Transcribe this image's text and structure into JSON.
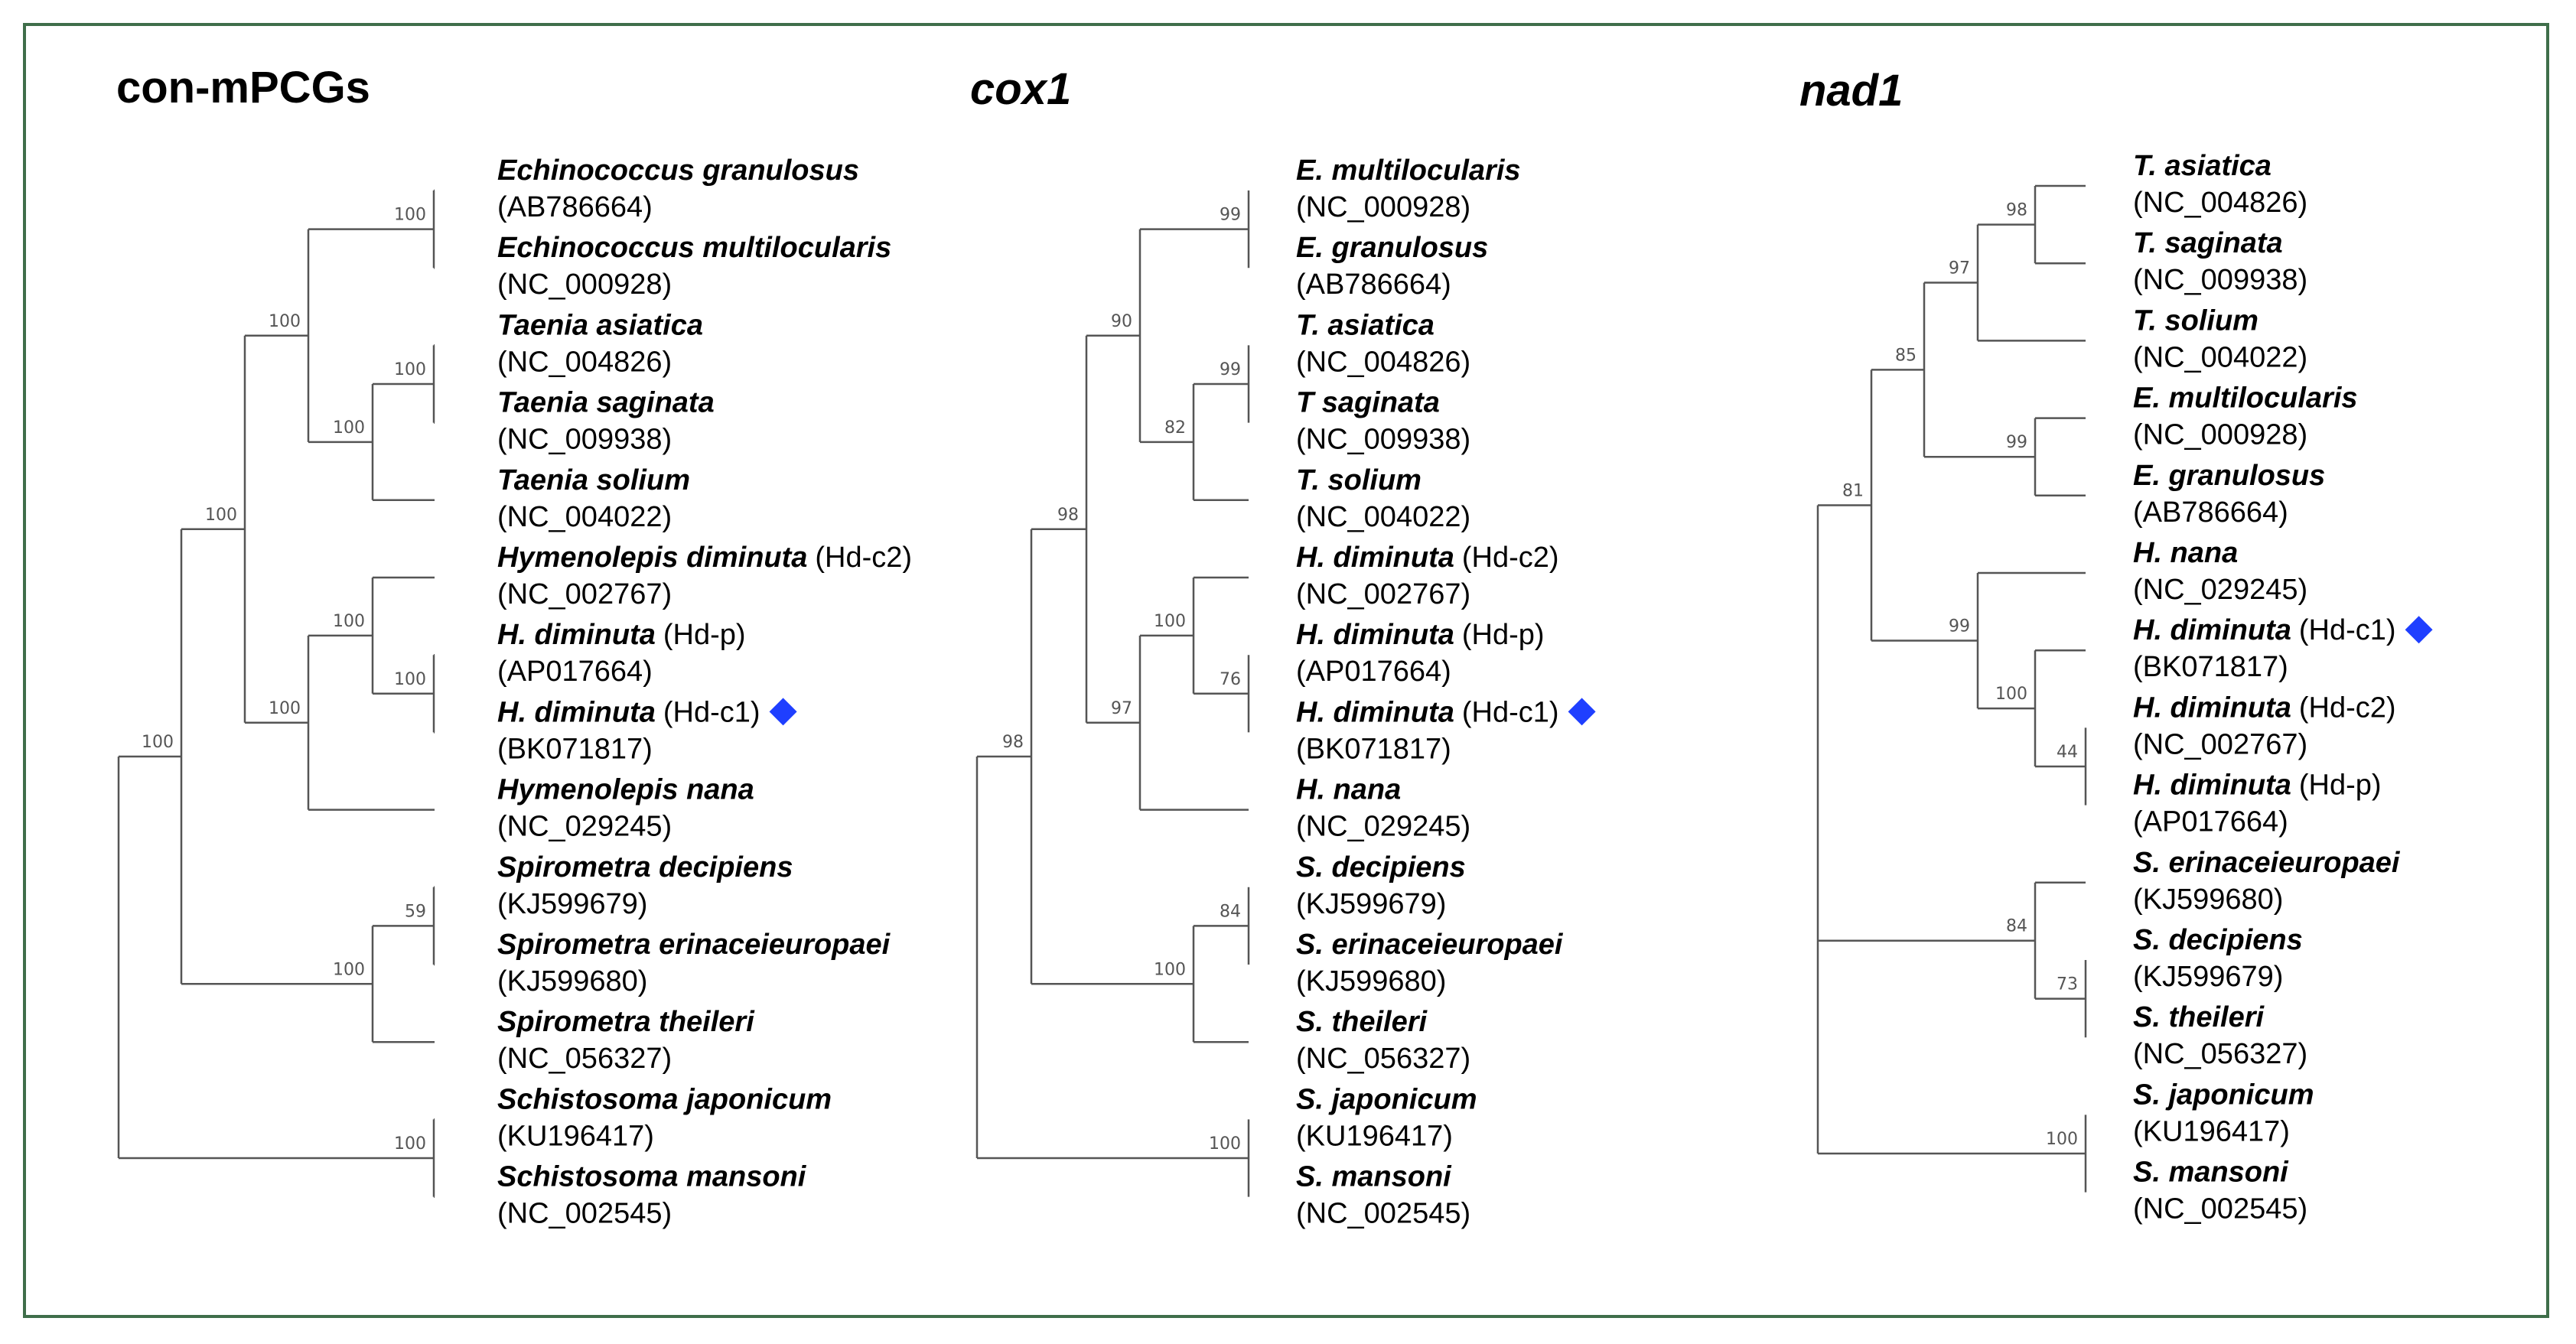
{
  "marker_color": "#1f3fff",
  "panels": [
    {
      "title": "con-mPCGs",
      "title_italic": false,
      "leaves": [
        {
          "name": "Echinococcus granulosus",
          "label": "",
          "acc": "(AB786664)",
          "marker": false
        },
        {
          "name": "Echinococcus multilocularis",
          "label": "",
          "acc": "(NC_000928)",
          "marker": false
        },
        {
          "name": "Taenia asiatica",
          "label": "",
          "acc": "(NC_004826)",
          "marker": false
        },
        {
          "name": "Taenia saginata",
          "label": "",
          "acc": "(NC_009938)",
          "marker": false
        },
        {
          "name": "Taenia solium",
          "label": "",
          "acc": "(NC_004022)",
          "marker": false
        },
        {
          "name": "Hymenolepis diminuta",
          "label": "(Hd-c2)",
          "acc": "(NC_002767)",
          "marker": false
        },
        {
          "name": "H. diminuta",
          "label": "(Hd-p)",
          "acc": "(AP017664)",
          "marker": false
        },
        {
          "name": "H. diminuta",
          "label": "(Hd-c1)",
          "acc": "(BK071817)",
          "marker": true
        },
        {
          "name": "Hymenolepis nana",
          "label": "",
          "acc": "(NC_029245)",
          "marker": false
        },
        {
          "name": "Spirometra decipiens",
          "label": "",
          "acc": "(KJ599679)",
          "marker": false
        },
        {
          "name": "Spirometra erinaceieuropaei",
          "label": "",
          "acc": "(KJ599680)",
          "marker": false
        },
        {
          "name": "Spirometra theileri",
          "label": "",
          "acc": "(NC_056327)",
          "marker": false
        },
        {
          "name": "Schistosoma japonicum",
          "label": "",
          "acc": "(KU196417)",
          "marker": false
        },
        {
          "name": "Schistosoma mansoni",
          "label": "",
          "acc": "(NC_002545)",
          "marker": false
        }
      ],
      "bootstrap": [
        "100",
        "100",
        "100",
        "100",
        "100",
        "100",
        "100",
        "100",
        "59",
        "100",
        "100"
      ]
    },
    {
      "title": "cox1",
      "title_italic": true,
      "leaves": [
        {
          "name": "E. multilocularis",
          "label": "",
          "acc": "(NC_000928)",
          "marker": false
        },
        {
          "name": "E. granulosus",
          "label": "",
          "acc": "(AB786664)",
          "marker": false
        },
        {
          "name": "T. asiatica",
          "label": "",
          "acc": "(NC_004826)",
          "marker": false
        },
        {
          "name": "T  saginata",
          "label": "",
          "acc": "(NC_009938)",
          "marker": false
        },
        {
          "name": "T. solium",
          "label": "",
          "acc": "(NC_004022)",
          "marker": false
        },
        {
          "name": "H. diminuta",
          "label": "(Hd-c2)",
          "acc": "(NC_002767)",
          "marker": false
        },
        {
          "name": "H. diminuta",
          "label": "(Hd-p)",
          "acc": "(AP017664)",
          "marker": false
        },
        {
          "name": "H. diminuta",
          "label": "(Hd-c1)",
          "acc": "(BK071817)",
          "marker": true
        },
        {
          "name": "H. nana",
          "label": "",
          "acc": "(NC_029245)",
          "marker": false
        },
        {
          "name": "S. decipiens",
          "label": "",
          "acc": "(KJ599679)",
          "marker": false
        },
        {
          "name": "S. erinaceieuropaei",
          "label": "",
          "acc": "(KJ599680)",
          "marker": false
        },
        {
          "name": "S. theileri",
          "label": "",
          "acc": "(NC_056327)",
          "marker": false
        },
        {
          "name": "S. japonicum",
          "label": "",
          "acc": "(KU196417)",
          "marker": false
        },
        {
          "name": "S. mansoni",
          "label": "",
          "acc": "(NC_002545)",
          "marker": false
        }
      ],
      "bootstrap": [
        "99",
        "99",
        "82",
        "90",
        "76",
        "100",
        "97",
        "98",
        "84",
        "100",
        "100"
      ]
    },
    {
      "title": "nad1",
      "title_italic": true,
      "leaves": [
        {
          "name": "T. asiatica",
          "label": "",
          "acc": "(NC_004826)",
          "marker": false
        },
        {
          "name": "T. saginata",
          "label": "",
          "acc": "(NC_009938)",
          "marker": false
        },
        {
          "name": "T. solium",
          "label": "",
          "acc": "(NC_004022)",
          "marker": false
        },
        {
          "name": "E. multilocularis",
          "label": "",
          "acc": "(NC_000928)",
          "marker": false
        },
        {
          "name": "E. granulosus",
          "label": "",
          "acc": "(AB786664)",
          "marker": false
        },
        {
          "name": "H. nana",
          "label": "",
          "acc": "(NC_029245)",
          "marker": false
        },
        {
          "name": "H. diminuta",
          "label": "(Hd-c1)",
          "acc": "(BK071817)",
          "marker": true
        },
        {
          "name": "H. diminuta",
          "label": "(Hd-c2)",
          "acc": "(NC_002767)",
          "marker": false
        },
        {
          "name": "H. diminuta",
          "label": "(Hd-p)",
          "acc": "(AP017664)",
          "marker": false
        },
        {
          "name": "S. erinaceieuropaei",
          "label": "",
          "acc": "(KJ599680)",
          "marker": false
        },
        {
          "name": "S. decipiens",
          "label": "",
          "acc": "(KJ599679)",
          "marker": false
        },
        {
          "name": "S. theileri",
          "label": "",
          "acc": "(NC_056327)",
          "marker": false
        },
        {
          "name": "S. japonicum",
          "label": "",
          "acc": "(KU196417)",
          "marker": false
        },
        {
          "name": "S. mansoni",
          "label": "",
          "acc": "(NC_002545)",
          "marker": false
        }
      ],
      "bootstrap": [
        "98",
        "97",
        "99",
        "85",
        "44",
        "100",
        "99",
        "81",
        "73",
        "84",
        "100"
      ]
    }
  ]
}
